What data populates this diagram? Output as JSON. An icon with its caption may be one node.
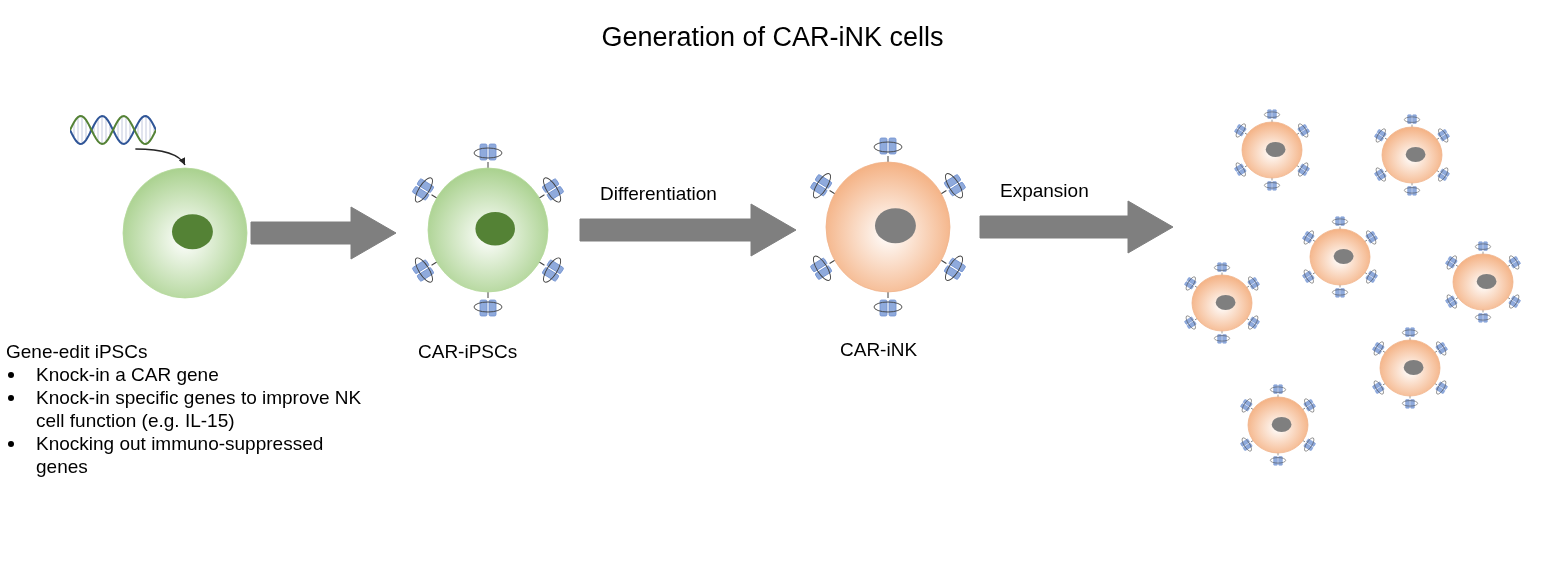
{
  "diagram": {
    "title": "Generation of CAR-iNK cells",
    "nodes": [
      {
        "text": [],
        "shape": "picture"
      },
      {
        "text": [],
        "shape": "picture",
        "beside": [
          "Gene-edit iPSCs",
          "Knock-in a CAR gene",
          "Knock-in specific genes to improve NK cell function (e.g. IL-15)",
          "Knocking out immuno-suppressed genes"
        ]
      },
      {
        "text": [],
        "shape": "picture",
        "beside": [
          "CAR-iPSCs"
        ]
      },
      {
        "text": [],
        "shape": "picture",
        "beside": [
          "CAR-iNK"
        ]
      },
      {
        "text": [],
        "shape": "picture"
      }
    ],
    "edges": [
      {
        "from": 0,
        "to": 1,
        "arrow": "to",
        "color": "#262626"
      },
      {
        "from": 1,
        "to": 2,
        "arrow": "to",
        "style": "thick"
      },
      {
        "from": 2,
        "to": 3,
        "arrow": "to",
        "label": "Differentiation",
        "style": "thick"
      },
      {
        "from": 3,
        "to": 4,
        "arrow": "to",
        "label": "Expansion",
        "style": "thick"
      }
    ]
  }
}
